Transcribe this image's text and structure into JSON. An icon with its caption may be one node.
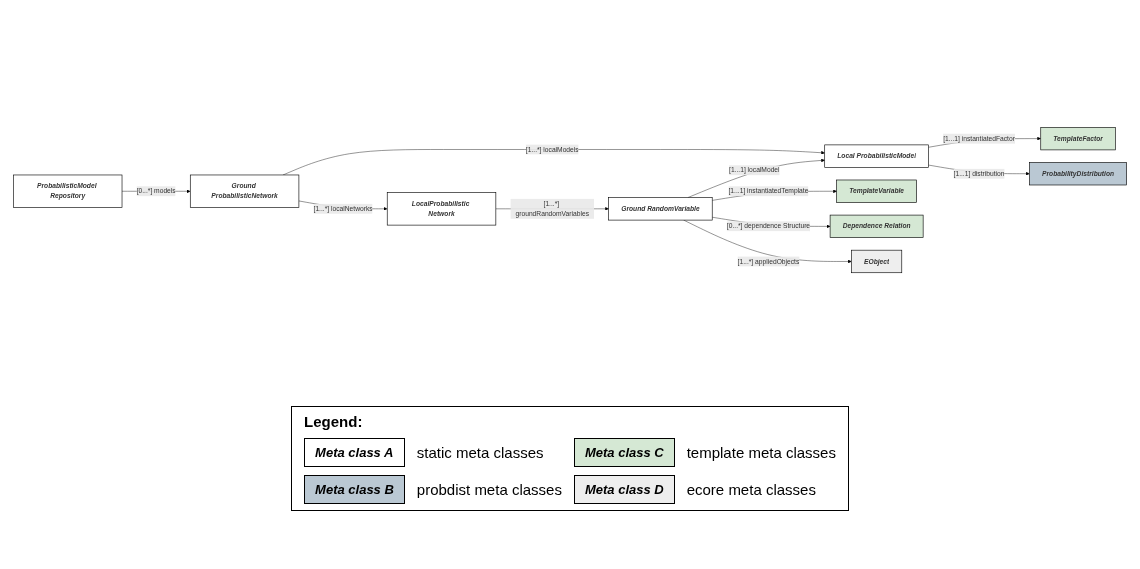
{
  "diagram": {
    "nodes": [
      {
        "text": [
          "ProbabilisticModel Repository"
        ]
      },
      {
        "text": [
          "Ground ProbabilisticNetwork"
        ]
      },
      {
        "text": [
          "Local ProbabilisticModel"
        ]
      },
      {
        "text": [
          "TemplateFactor"
        ]
      },
      {
        "text": [
          "ProbabilityDistribution"
        ]
      },
      {
        "text": [
          "LocalProbabilistic Network"
        ]
      },
      {
        "text": [
          "Ground RandomVariable"
        ]
      },
      {
        "text": [
          "TemplateVariable"
        ]
      },
      {
        "text": [
          "Dependence Relation"
        ]
      },
      {
        "text": [
          "EObject"
        ]
      }
    ],
    "edges": [
      {
        "from": 0,
        "to": 1,
        "arrow": "to",
        "label": "[0...*] models"
      },
      {
        "from": 1,
        "to": 2,
        "arrow": "to",
        "label": "[1...*] localModels"
      },
      {
        "from": 1,
        "to": 5,
        "arrow": "to",
        "label": "[1...*] localNetworks"
      },
      {
        "from": 2,
        "to": 3,
        "arrow": "to",
        "label": "[1...1] instantiatedFactor"
      },
      {
        "from": 2,
        "to": 4,
        "arrow": "to",
        "label": "[1...1] distribution"
      },
      {
        "from": 5,
        "to": 6,
        "arrow": "to",
        "label": "[1...*] groundRandomVariables"
      },
      {
        "from": 6,
        "to": 2,
        "arrow": "to",
        "label": "[1...1] localModel"
      },
      {
        "from": 6,
        "to": 7,
        "arrow": "to",
        "label": "[1...1] instantiatedTemplate"
      },
      {
        "from": 6,
        "to": 8,
        "arrow": "to",
        "label": "[0...*] dependence Structure"
      },
      {
        "from": 6,
        "to": 9,
        "arrow": "to",
        "label": "[1...*] appliedObjects"
      }
    ],
    "labels": [
      "Legend:",
      "Meta class A",
      "Meta class C",
      "Meta class B",
      "Meta class D"
    ],
    "legend": [
      {
        "text": "static meta classes",
        "color": "#ffffff"
      },
      {
        "text": "template meta classes",
        "color": "#d5e8d4"
      },
      {
        "text": "probdist meta classes",
        "color": "#bac8d3"
      },
      {
        "text": "ecore meta classes",
        "color": "#eeeeee"
      }
    ]
  }
}
